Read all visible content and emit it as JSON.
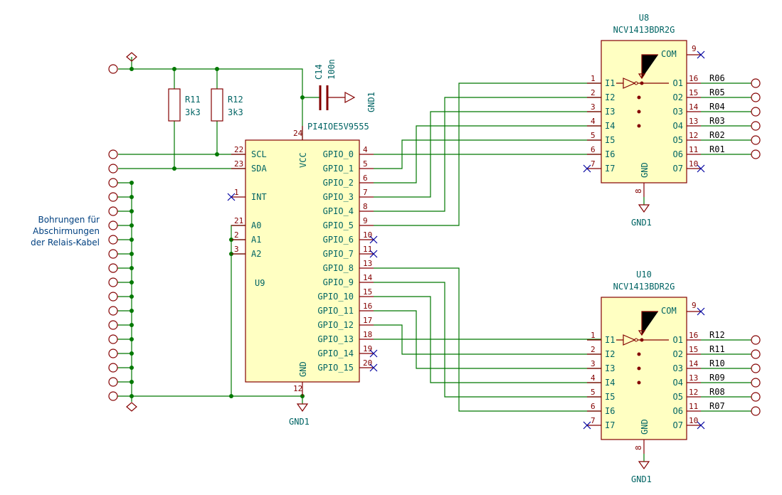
{
  "note": [
    "Bohrungen für",
    "Abschirmungen",
    "der Relais-Kabel"
  ],
  "gnd_label": "GND1",
  "u9": {
    "ref": "U9",
    "value": "PI4IOE5V9555",
    "left_pins": [
      {
        "num": "22",
        "name": "SCL"
      },
      {
        "num": "23",
        "name": "SDA"
      },
      {
        "num": "1",
        "name": "INT"
      },
      {
        "num": "21",
        "name": "A0"
      },
      {
        "num": "2",
        "name": "A1"
      },
      {
        "num": "3",
        "name": "A2"
      }
    ],
    "top_pin": {
      "num": "24",
      "name": "VCC"
    },
    "bottom_pin": {
      "num": "12",
      "name": "GND"
    },
    "right_pins": [
      {
        "num": "4",
        "name": "GPIO_0"
      },
      {
        "num": "5",
        "name": "GPIO_1"
      },
      {
        "num": "6",
        "name": "GPIO_2"
      },
      {
        "num": "7",
        "name": "GPIO_3"
      },
      {
        "num": "8",
        "name": "GPIO_4"
      },
      {
        "num": "9",
        "name": "GPIO_5"
      },
      {
        "num": "10",
        "name": "GPIO_6"
      },
      {
        "num": "11",
        "name": "GPIO_7"
      },
      {
        "num": "13",
        "name": "GPIO_8"
      },
      {
        "num": "14",
        "name": "GPIO_9"
      },
      {
        "num": "15",
        "name": "GPIO_10"
      },
      {
        "num": "16",
        "name": "GPIO_11"
      },
      {
        "num": "17",
        "name": "GPIO_12"
      },
      {
        "num": "18",
        "name": "GPIO_13"
      },
      {
        "num": "19",
        "name": "GPIO_14"
      },
      {
        "num": "20",
        "name": "GPIO_15"
      }
    ]
  },
  "resistors": [
    {
      "ref": "R11",
      "value": "3k3"
    },
    {
      "ref": "R12",
      "value": "3k3"
    }
  ],
  "capacitor": {
    "ref": "C14",
    "value": "100n"
  },
  "drivers": [
    {
      "ref": "U8",
      "value": "NCV1413BDR2G",
      "com_label": "COM",
      "com_num": "9",
      "gnd_name": "GND",
      "gnd_num": "8",
      "inputs": [
        {
          "num": "1",
          "name": "I1"
        },
        {
          "num": "2",
          "name": "I2"
        },
        {
          "num": "3",
          "name": "I3"
        },
        {
          "num": "4",
          "name": "I4"
        },
        {
          "num": "5",
          "name": "I5"
        },
        {
          "num": "6",
          "name": "I6"
        },
        {
          "num": "7",
          "name": "I7"
        }
      ],
      "outputs": [
        {
          "num": "16",
          "name": "O1",
          "net": "R06"
        },
        {
          "num": "15",
          "name": "O2",
          "net": "R05"
        },
        {
          "num": "14",
          "name": "O3",
          "net": "R04"
        },
        {
          "num": "13",
          "name": "O4",
          "net": "R03"
        },
        {
          "num": "12",
          "name": "O5",
          "net": "R02"
        },
        {
          "num": "11",
          "name": "O6",
          "net": "R01"
        },
        {
          "num": "10",
          "name": "O7",
          "net": ""
        }
      ]
    },
    {
      "ref": "U10",
      "value": "NCV1413BDR2G",
      "com_label": "COM",
      "com_num": "9",
      "gnd_name": "GND",
      "gnd_num": "8",
      "inputs": [
        {
          "num": "1",
          "name": "I1"
        },
        {
          "num": "2",
          "name": "I2"
        },
        {
          "num": "3",
          "name": "I3"
        },
        {
          "num": "4",
          "name": "I4"
        },
        {
          "num": "5",
          "name": "I5"
        },
        {
          "num": "6",
          "name": "I6"
        },
        {
          "num": "7",
          "name": "I7"
        }
      ],
      "outputs": [
        {
          "num": "16",
          "name": "O1",
          "net": "R12"
        },
        {
          "num": "15",
          "name": "O2",
          "net": "R11"
        },
        {
          "num": "14",
          "name": "O3",
          "net": "R10"
        },
        {
          "num": "13",
          "name": "O4",
          "net": "R09"
        },
        {
          "num": "12",
          "name": "O5",
          "net": "R08"
        },
        {
          "num": "11",
          "name": "O6",
          "net": "R07"
        },
        {
          "num": "10",
          "name": "O7",
          "net": ""
        }
      ]
    }
  ]
}
